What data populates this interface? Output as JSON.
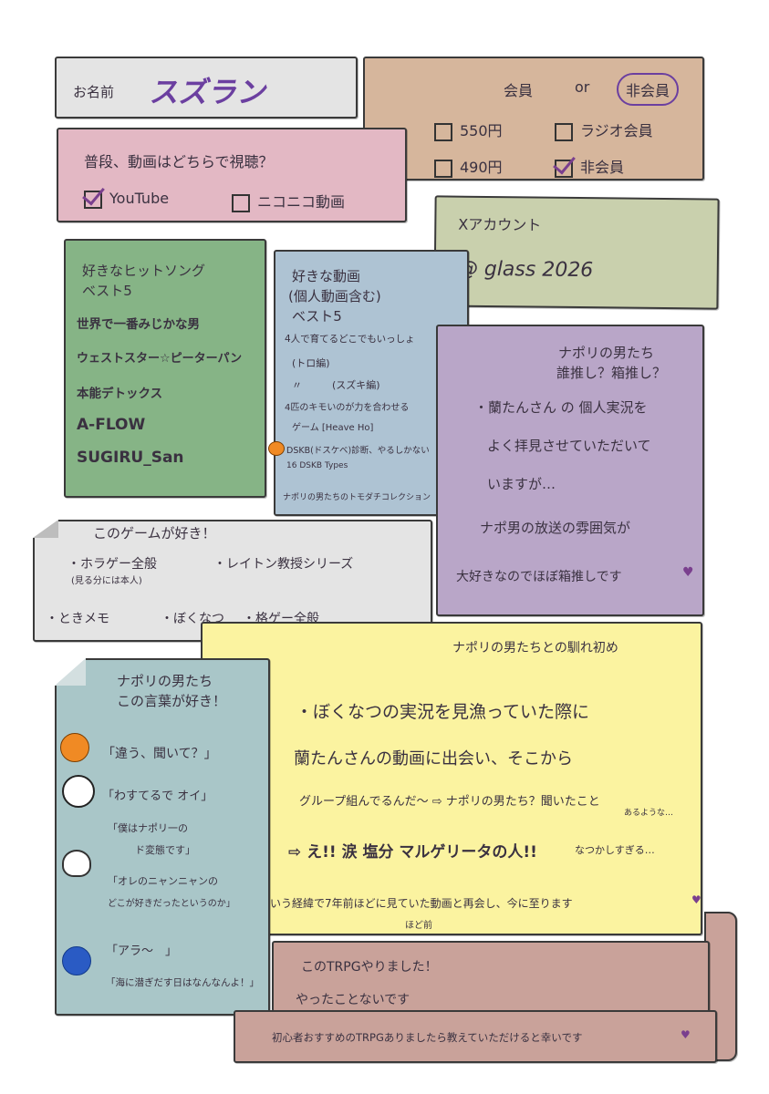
{
  "name": {
    "label": "お名前",
    "value": "スズラン"
  },
  "membership": {
    "header_a": "会員",
    "header_or": "or",
    "header_b": "非会員",
    "options": [
      {
        "label": "550円",
        "checked": false
      },
      {
        "label": "ラジオ会員",
        "checked": false
      },
      {
        "label": "490円",
        "checked": false
      },
      {
        "label": "非会員",
        "checked": true
      }
    ]
  },
  "viewing": {
    "question": "普段、動画はどちらで視聴？",
    "options": [
      {
        "label": "YouTube",
        "checked": true
      },
      {
        "label": "ニコニコ動画",
        "checked": false
      }
    ]
  },
  "xaccount": {
    "label": "Xアカウント",
    "handle": "@ glass 2026"
  },
  "songs": {
    "title_1": "好きなヒットソング",
    "title_2": "ベスト5",
    "items": [
      "世界で一番みじかな男",
      "ウェストスター☆ピーターパン",
      "本能デトックス",
      "A-FLOW",
      "SUGIRU_San"
    ]
  },
  "videos": {
    "title_1": "好きな動画",
    "title_2": "(個人動画含む)",
    "title_3": "ベスト5",
    "items": [
      "4人で育てるどこでもいっしょ",
      "(トロ編)",
      "〃　　　(スズキ編)",
      "4匹のキモいのが力を合わせる",
      "ゲーム [Heave Ho]",
      "DSKB(ドスケベ)診断、やるしかない",
      "16 DSKB Types",
      "ナポリの男たちのトモダチコレクション"
    ]
  },
  "oshi": {
    "title_1": "ナポリの男たち",
    "title_2": "誰推し？箱推し？",
    "lines": [
      "・蘭たんさん の 個人実況を",
      "よく拝見させていただいて",
      "いますが…",
      "ナポ男の放送の雰囲気が",
      "大好きなのでほぼ箱推しです"
    ]
  },
  "games": {
    "title": "このゲームが好き！",
    "items": [
      "・ホラゲー全般",
      "(見る分には本人)",
      "・レイトン教授シリーズ",
      "・ときメモ",
      "・ぼくなつ",
      "・格ゲー全般"
    ]
  },
  "first": {
    "title": "ナポリの男たちとの馴れ初め",
    "lines": [
      "・ぼくなつの実況を見漁っていた際に",
      "蘭たんさんの動画に出会い、そこから",
      "グループ組んでるんだ～ ⇨ ナポリの男たち？聞いたこと",
      "あるような…",
      "⇨ え!! 涙 塩分 マルゲリータの人!!",
      "なつかしすぎる…",
      "という経緯で7年前ほどに見ていた動画と再会し、今に至ります",
      "ほど前"
    ]
  },
  "words": {
    "title_1": "ナポリの男たち",
    "title_2": "この言葉が好き！",
    "quotes": [
      "「違う、聞いて？」",
      "「わすてるで オイ」",
      "「僕はナポリ一の",
      "ド変態です」",
      "「オレのニャンニャンの",
      "どこが好きだったというのか」",
      "「アラ～　」",
      "「海に潜ぎだす日はなんなんよ！」"
    ]
  },
  "trpg": {
    "title": "このTRPGやりました！",
    "answer": "やったことないです",
    "note": "初心者おすすめのTRPGありましたら教えていただけると幸いです"
  },
  "colors": {
    "grey": "#e4e4e4",
    "tan": "#d6b69c",
    "pink": "#e3b8c4",
    "sage": "#c9d0ad",
    "green": "#86b486",
    "blue": "#aec3d3",
    "lavender": "#b9a6c8",
    "yellow": "#fbf3a0",
    "teal": "#a9c6c8",
    "rose": "#c9a29a",
    "accent": "#6b3fa0"
  },
  "icons": [
    "pumpkin-icon",
    "panda-icon",
    "bird-icon",
    "blue-blob-icon",
    "heart-icon",
    "arrow-icon"
  ]
}
